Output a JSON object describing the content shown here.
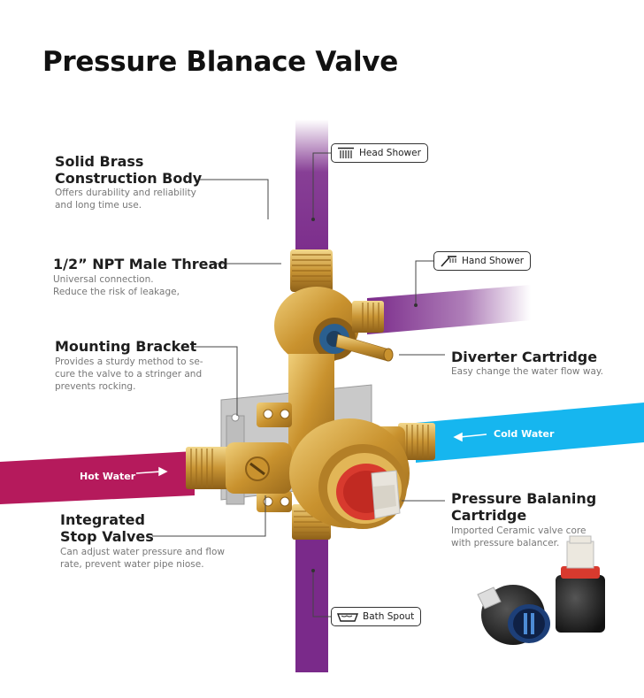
{
  "title": "Pressure Blanace Valve",
  "features": {
    "brass": {
      "title_line1": "Solid Brass",
      "title_line2": "Construction Body",
      "desc_line1": "Offers durability and reliability",
      "desc_line2": "and long time use."
    },
    "thread": {
      "title": "1/2” NPT Male Thread",
      "desc_line1": "Universal connection.",
      "desc_line2": "Reduce the risk of leakage,"
    },
    "bracket": {
      "title": "Mounting Bracket",
      "desc_line1": "Provides a sturdy method to se-",
      "desc_line2": "cure the valve to a stringer and",
      "desc_line3": "prevents rocking."
    },
    "diverter": {
      "title": "Diverter Cartridge",
      "desc": "Easy change the water flow way."
    },
    "pressure": {
      "title_line1": "Pressure Balaning",
      "title_line2": "Cartridge",
      "desc_line1": "Imported Ceramic valve core",
      "desc_line2": "with pressure balancer."
    },
    "stop": {
      "title_line1": "Integrated",
      "title_line2": "Stop Valves",
      "desc_line1": "Can adjust water pressure and flow",
      "desc_line2": "rate, prevent water pipe niose."
    }
  },
  "tags": {
    "head_shower": "Head Shower",
    "hand_shower": "Hand Shower",
    "bath_spout": "Bath Spout"
  },
  "pipes": {
    "cold_water": "Cold Water",
    "hot_water": "Hot Water"
  },
  "colors": {
    "purple": "#7a2a8a",
    "cold": "#16b6ef",
    "hot": "#b51a5c",
    "brass": "#d4a23c"
  },
  "icons": {
    "head_shower": "head-shower-icon",
    "hand_shower": "hand-shower-icon",
    "bath_spout": "bathtub-icon"
  }
}
